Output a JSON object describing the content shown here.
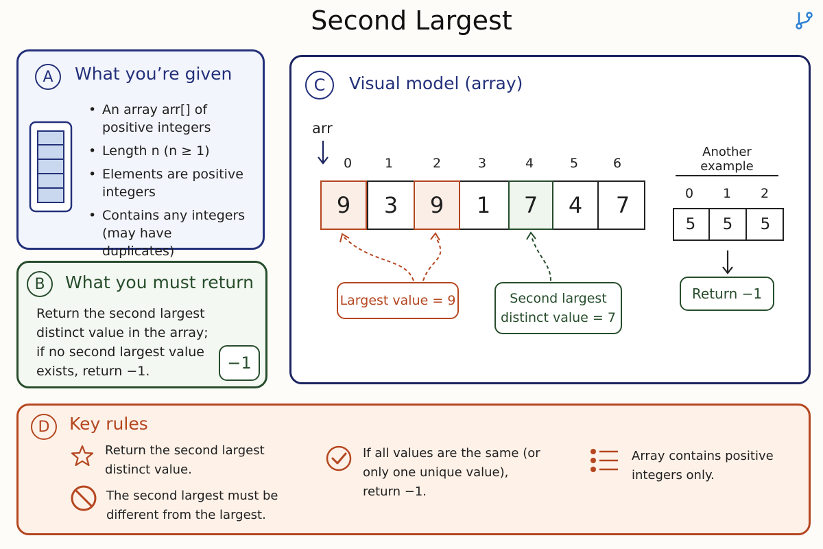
{
  "title": "Second Largest",
  "panel_a": {
    "badge": "A",
    "heading": "What you’re given",
    "bullets": [
      "An array arr[] of positive integers",
      "Length n (n ≥ 1)",
      "Elements are positive integers",
      "Contains any integers (may have duplicates)"
    ]
  },
  "panel_b": {
    "badge": "B",
    "heading": "What you must return",
    "text": "Return the second largest distinct value in the array; if no second largest value exists, return −1.",
    "return_box": "−1"
  },
  "panel_c": {
    "badge": "C",
    "heading": "Visual model (array)",
    "pointer_label": "arr",
    "indices": [
      "0",
      "1",
      "2",
      "3",
      "4",
      "5",
      "6"
    ],
    "values": [
      "9",
      "3",
      "9",
      "1",
      "7",
      "4",
      "7"
    ],
    "largest_label": "Largest value = 9",
    "second_label": "Second largest distinct value = 7",
    "another_example": {
      "label": "Another example",
      "indices": [
        "0",
        "1",
        "2"
      ],
      "values": [
        "5",
        "5",
        "5"
      ],
      "result": "Return −1"
    }
  },
  "panel_d": {
    "badge": "D",
    "heading": "Key rules",
    "rules": [
      {
        "icon": "star-icon",
        "text": "Return the second largest distinct value."
      },
      {
        "icon": "prohibited-icon",
        "text": "The second largest must be different from the largest."
      },
      {
        "icon": "check-circle-icon",
        "text": "If all values are the same (or only one unique value), return −1."
      },
      {
        "icon": "list-icon",
        "text": "Array contains positive integers only."
      }
    ]
  },
  "colors": {
    "navy": "#23307a",
    "green": "#274d2c",
    "orange": "#b5461f",
    "largest_fill": "#fbeee6",
    "second_fill": "#eef6ee"
  }
}
